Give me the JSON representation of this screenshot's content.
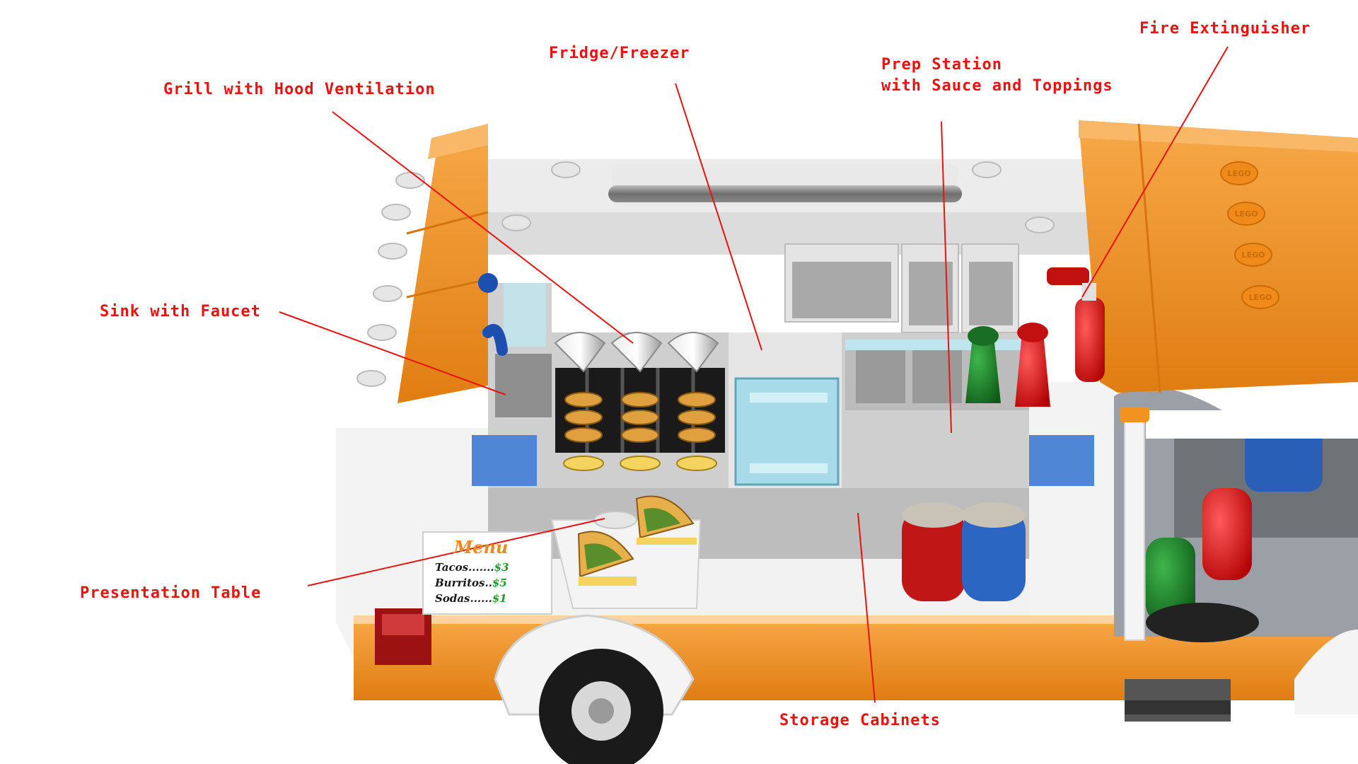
{
  "colors": {
    "label": "#e8130f",
    "truck_orange": "#f29320",
    "truck_white": "#f1f1f1",
    "panel_gray": "#d6d6d6",
    "glass_blue": "#a7e4f2",
    "leader_line": "#e8130f"
  },
  "labels": {
    "fire_extinguisher": "Fire Extinguisher",
    "fridge_freezer": "Fridge/Freezer",
    "prep_station": "Prep Station\nwith Sauce and Toppings",
    "grill": "Grill with Hood Ventilation",
    "sink": "Sink with Faucet",
    "presentation_table": "Presentation Table",
    "storage_cabinets": "Storage Cabinets"
  },
  "menu": {
    "title": "Menu",
    "items": [
      {
        "name": "Tacos.......",
        "price": "$3"
      },
      {
        "name": "Burritos..",
        "price": "$5"
      },
      {
        "name": "Sodas......",
        "price": "$1"
      }
    ]
  },
  "stud_text": "LEGO"
}
